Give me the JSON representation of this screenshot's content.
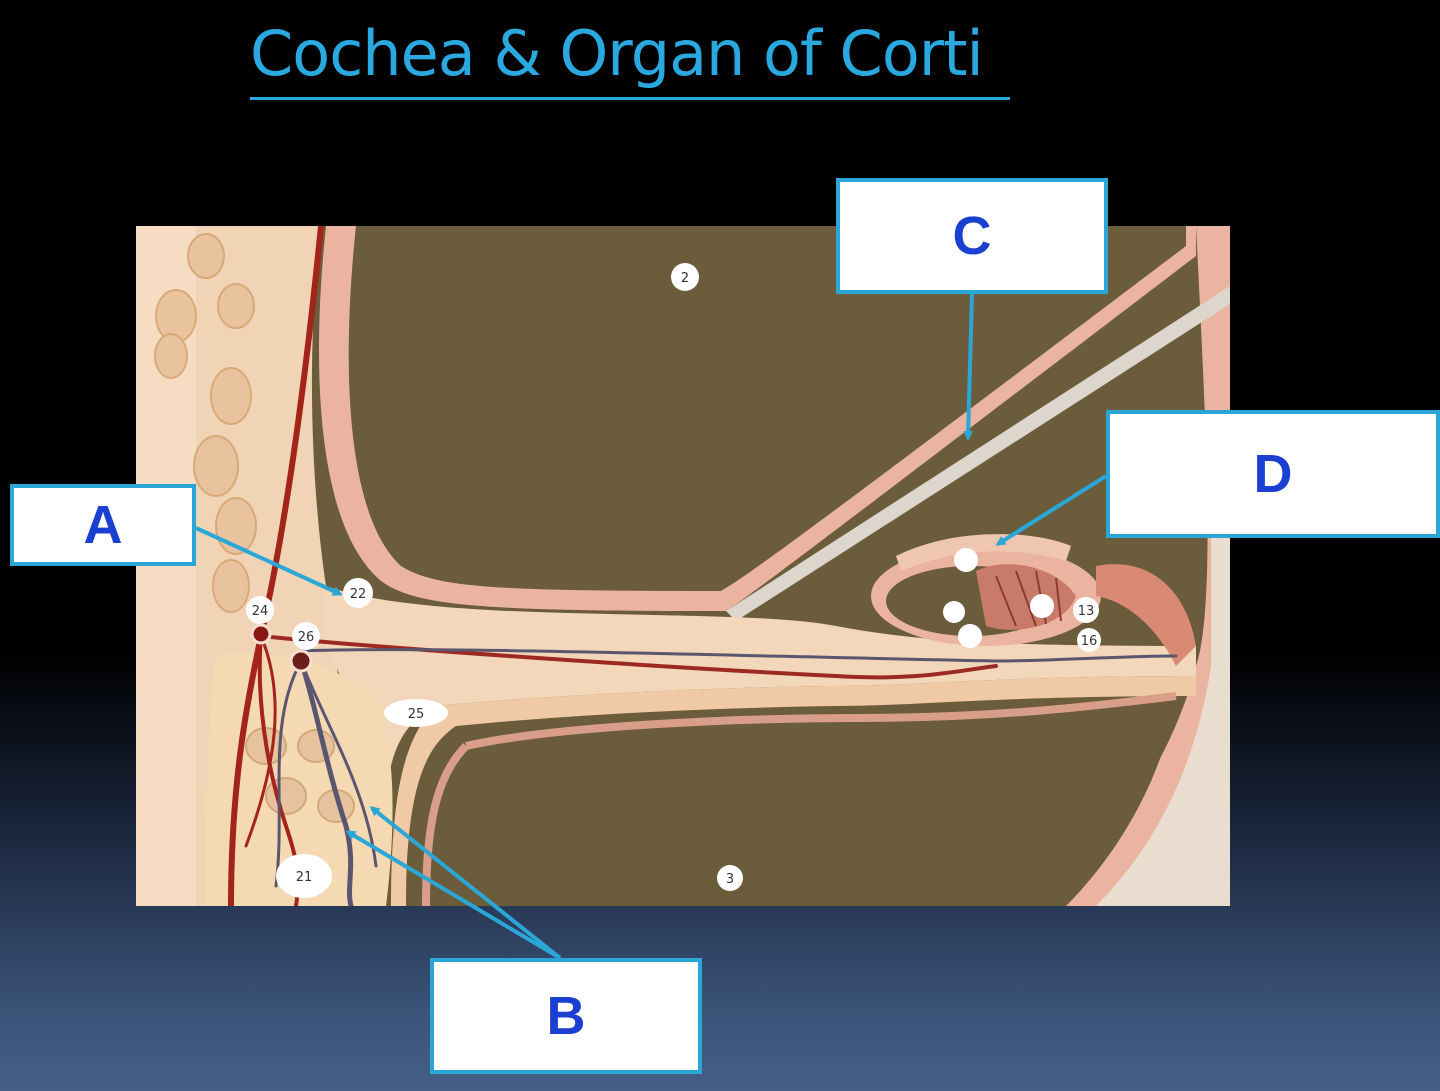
{
  "slide": {
    "title": "Cochea & Organ of Corti"
  },
  "labels": {
    "a": "A",
    "b": "B",
    "c": "C",
    "d": "D"
  },
  "model_markers": {
    "m2": "2",
    "m3": "3",
    "m21": "21",
    "m22": "22",
    "m24": "24",
    "m25": "25",
    "m26": "26",
    "m13": "13",
    "m16": "16"
  },
  "colors": {
    "title": "#29a9e0",
    "label_text": "#1a3fd1",
    "label_border": "#2aa7d6",
    "arrow": "#2aa7d6"
  }
}
